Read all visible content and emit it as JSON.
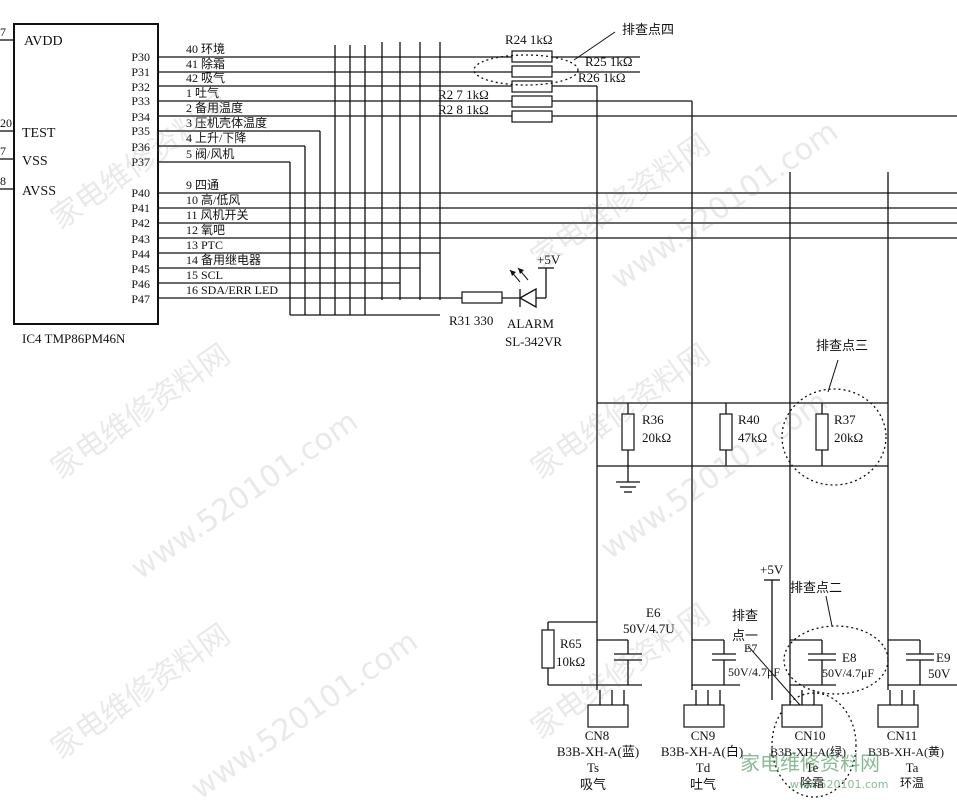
{
  "ic": {
    "name": "IC4 TMP86PM46N",
    "left_pins": [
      {
        "num": "7",
        "name": "AVDD"
      },
      {
        "num": "20",
        "name": "TEST"
      },
      {
        "num": "7",
        "name": "VSS"
      },
      {
        "num": "8",
        "name": "AVSS"
      }
    ],
    "ports": [
      "P30",
      "P31",
      "P32",
      "P33",
      "P34",
      "P35",
      "P36",
      "P37",
      "P40",
      "P41",
      "P42",
      "P43",
      "P44",
      "P45",
      "P46",
      "P47"
    ]
  },
  "signals": [
    "40 环境",
    "41 除霜",
    "42 吸气",
    "1 吐气",
    "2 备用温度",
    "3 压机壳体温度",
    "4 上升/下降",
    "5 阀/风机",
    "9 四通",
    "10 高/低风",
    "11 风机开关",
    "12 氧吧",
    "13 PTC",
    "14 备用继电器",
    "15 SCL",
    "16 SDA/ERR LED"
  ],
  "resistors": {
    "r24": "R24  1kΩ",
    "r25": "R25  1kΩ",
    "r26": "R26  1kΩ",
    "r27": "R2 7  1kΩ",
    "r28": "R2 8  1kΩ",
    "r31": "R31 330",
    "r36_name": "R36",
    "r36_val": "20kΩ",
    "r40_name": "R40",
    "r40_val": "47kΩ",
    "r37_name": "R37",
    "r37_val": "20kΩ",
    "r65_name": "R65",
    "r65_val": "10kΩ"
  },
  "led": {
    "name": "ALARM",
    "part": "SL-342VR",
    "supply": "+5V"
  },
  "supply2": "+5V",
  "checkpoints": {
    "p1a": "排查",
    "p1b": "点一",
    "p2": "排查点二",
    "p3": "排查点三",
    "p4": "排查点四"
  },
  "caps": {
    "e6_name": "E6",
    "e6_val": "50V/4.7U",
    "e7_name": "E7",
    "e7_val": "50V/4.7μF",
    "e8_name": "E8",
    "e8_val": "50V/4.7μF",
    "e9_name": "E9",
    "e9_val": "50V"
  },
  "connectors": [
    {
      "name": "CN8",
      "part": "B3B-XH-A(蓝)",
      "code": "Ts",
      "desc": "吸气"
    },
    {
      "name": "CN9",
      "part": "B3B-XH-A(白)",
      "code": "Td",
      "desc": "吐气"
    },
    {
      "name": "CN10",
      "part": "B3B-XH-A(绿)",
      "code": "Te",
      "desc": "除霜"
    },
    {
      "name": "CN11",
      "part": "B3B-XH-A(黄)",
      "code": "Ta",
      "desc": "环温"
    }
  ],
  "watermarks": {
    "cn": "家电维修资料网",
    "url": "www.520101.com"
  },
  "logo": {
    "cn": "家电维修资料网",
    "url": "www.520101.com"
  }
}
